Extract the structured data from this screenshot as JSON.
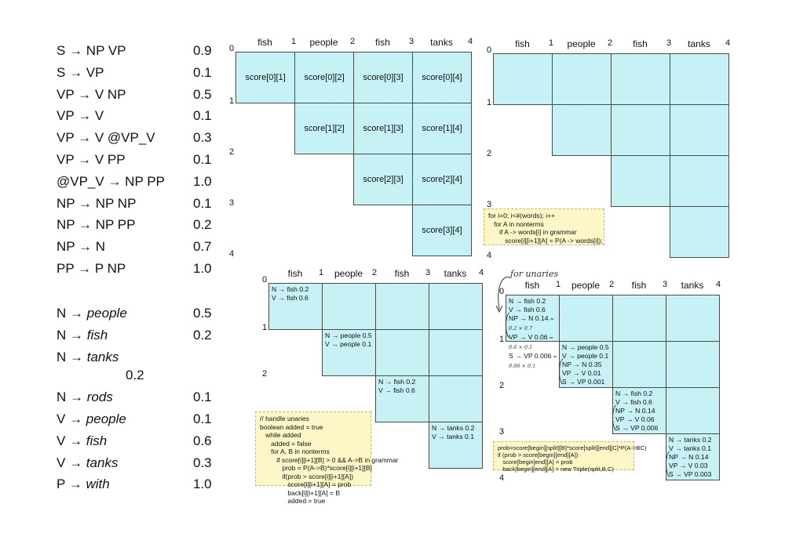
{
  "grammar": [
    {
      "lhs": "S",
      "rhs": "NP VP",
      "italic": false,
      "prob": "0.9"
    },
    {
      "lhs": "S",
      "rhs": "VP",
      "italic": false,
      "prob": "0.1"
    },
    {
      "lhs": "VP",
      "rhs": "V NP",
      "italic": false,
      "prob": "0.5"
    },
    {
      "lhs": "VP",
      "rhs": "V",
      "italic": false,
      "prob": "0.1"
    },
    {
      "lhs": "VP",
      "rhs": "V @VP_V",
      "italic": false,
      "prob": "0.3"
    },
    {
      "lhs": "VP",
      "rhs": "V PP",
      "italic": false,
      "prob": "0.1"
    },
    {
      "lhs": "@VP_V",
      "rhs": "NP PP",
      "italic": false,
      "prob": "1.0"
    },
    {
      "lhs": "NP",
      "rhs": "NP NP",
      "italic": false,
      "prob": "0.1"
    },
    {
      "lhs": "NP",
      "rhs": "NP PP",
      "italic": false,
      "prob": "0.2"
    },
    {
      "lhs": "NP",
      "rhs": "N",
      "italic": false,
      "prob": "0.7"
    },
    {
      "lhs": "PP",
      "rhs": "P NP",
      "italic": false,
      "prob": "1.0"
    }
  ],
  "lexicon": [
    {
      "lhs": "N",
      "rhs": "people",
      "prob": "0.5"
    },
    {
      "lhs": "N",
      "rhs": "fish",
      "prob": "0.2"
    },
    {
      "lhs": "N",
      "rhs": "tanks",
      "prob": "0.2"
    },
    {
      "lhs": "N",
      "rhs": "rods",
      "prob": "0.1"
    },
    {
      "lhs": "V",
      "rhs": "people",
      "prob": "0.1"
    },
    {
      "lhs": "V",
      "rhs": "fish",
      "prob": "0.6"
    },
    {
      "lhs": "V",
      "rhs": "tanks",
      "prob": "0.3"
    },
    {
      "lhs": "P",
      "rhs": "with",
      "prob": "1.0"
    }
  ],
  "arrow": "→",
  "words": [
    "fish",
    "people",
    "fish",
    "tanks"
  ],
  "indices": [
    "0",
    "1",
    "2",
    "3",
    "4"
  ],
  "tl_cells": [
    [
      "score[0][1]",
      "score[0][2]",
      "score[0][3]",
      "score[0][4]"
    ],
    [
      "score[1][2]",
      "score[1][3]",
      "score[1][4]"
    ],
    [
      "score[2][3]",
      "score[2][4]"
    ],
    [
      "score[3][4]"
    ]
  ],
  "tr_note": "for i=0; i<#(words); i++\n   for A in nonterms\n      if A -> words[i] in grammar\n         score[i][i+1][A] = P(A -> words[i]);",
  "bl_diag": [
    [
      "N → fish 0.2",
      "V → fish 0.6"
    ],
    [
      "N → people 0.5",
      "V → people 0.1"
    ],
    [
      "N → fish 0.2",
      "V → fish 0.6"
    ],
    [
      "N → tanks 0.2",
      "V → tanks 0.1"
    ]
  ],
  "bl_note": "// handle unaries\nboolean added = true\n   while added\n      added = false\n      for A, B in nonterms\n         if score[i][i+1][B] > 0 && A->B in grammar\n            prob = P(A->B)*score[i][i+1][B]\n            if(prob > score[i][i+1][A])\n               score[i][i+1][A] = prob\n               back[i][i+1][A] = B\n               added = true",
  "br_diag": [
    [
      "N → fish 0.2",
      "V → fish 0.6",
      "NP → N 0.14",
      "VP → V 0.06",
      "S → VP 0.006"
    ],
    [
      "N → people 0.5",
      "V → people 0.1",
      "NP → N 0.35",
      "VP → V 0.01",
      "S → VP 0.001"
    ],
    [
      "N → fish 0.2",
      "V → fish 0.6",
      "NP → N 0.14",
      "VP → V 0.06",
      "S → VP 0.006"
    ],
    [
      "N → tanks 0.2",
      "V → tanks 0.1",
      "NP → N 0.14",
      "VP → V 0.03",
      "S → VP 0.003"
    ]
  ],
  "br_hand_annotations": [
    "= 0.2 × 0.7",
    "= 0.6 × 0.1",
    "= 0.06 × 0.1"
  ],
  "br_handwritten_label": "for unaries",
  "br_note": "prob=score[begin][split][B]*score[split][end][C]*P(A->BC)\nif (prob > score[begin][end][A])\n   score[begin]end][A] = prob\n   back[begin][end][A] = new Triple(split,B,C)",
  "colors": {
    "cell_fill": "#c6f2f5",
    "note_fill": "#fdf7c7",
    "note_border": "#e0b35a"
  }
}
